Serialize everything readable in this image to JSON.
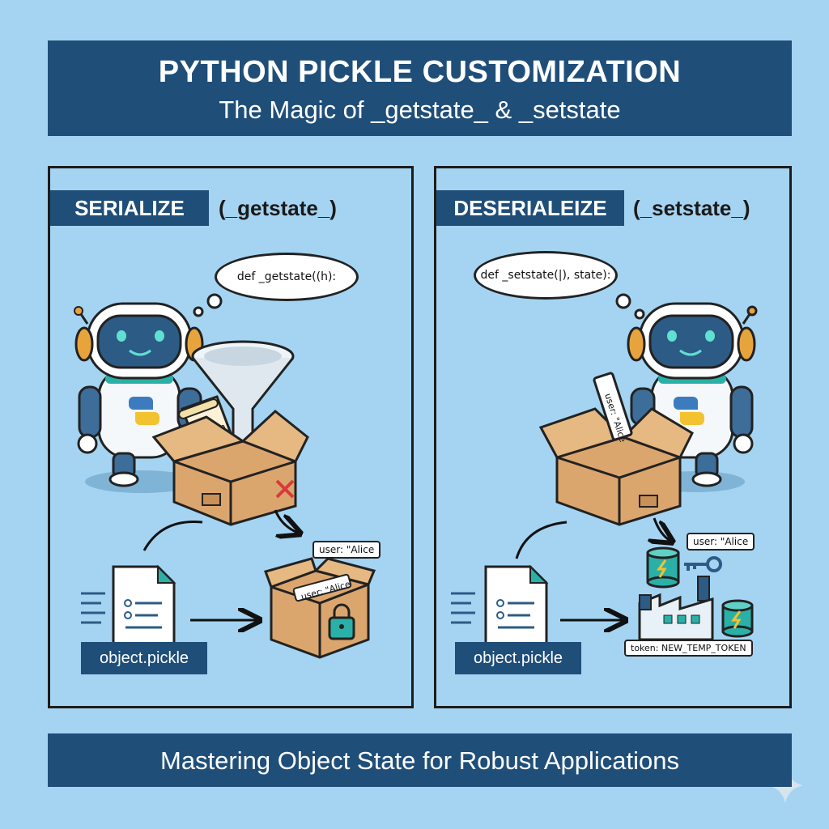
{
  "header": {
    "title": "PYTHON PICKLE CUSTOMIZATION",
    "subtitle": "The Magic of _getstate_ & _setstate"
  },
  "left_panel": {
    "tag": "SERIALIZE",
    "method": "(_getstate_)",
    "thought": "def _getstate((h):",
    "scroll_text": "token: secret",
    "note": "user: \"Alice",
    "box_slip": "user: \"Alice",
    "file_label": "object.pickle"
  },
  "right_panel": {
    "tag": "DESERIALEIZE",
    "method": "(_setstate_)",
    "thought": "def _setstate(|), state):",
    "slip_text": "user: \"Alice",
    "note": "user: \"Alice",
    "token_label": "token: NEW_TEMP_TOKEN",
    "file_label": "object.pickle"
  },
  "footer": {
    "text": "Mastering Object State for Robust Applications"
  },
  "colors": {
    "background": "#a4d4f2",
    "banner": "#1f4e79",
    "box": "#dba66e",
    "teal": "#2bb0a8",
    "orange": "#e8a43c"
  },
  "icons": [
    "robot-icon",
    "python-logo-icon",
    "funnel-icon",
    "box-icon",
    "padlock-icon",
    "document-icon",
    "key-icon",
    "database-icon",
    "factory-icon",
    "x-mark-icon",
    "sparkle-icon"
  ]
}
